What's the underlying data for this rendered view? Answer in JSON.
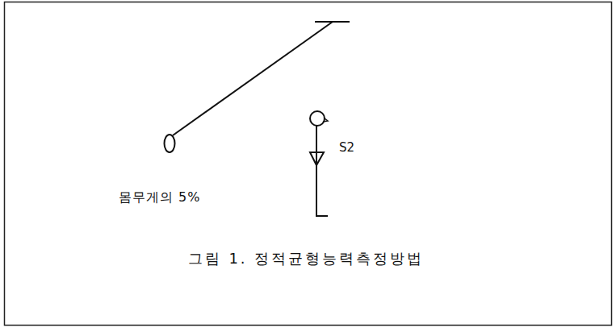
{
  "diagram": {
    "caption": "그림 1. 정적균형능력측정방법",
    "labels": [
      "몸무게의 5%",
      "S2"
    ]
  }
}
